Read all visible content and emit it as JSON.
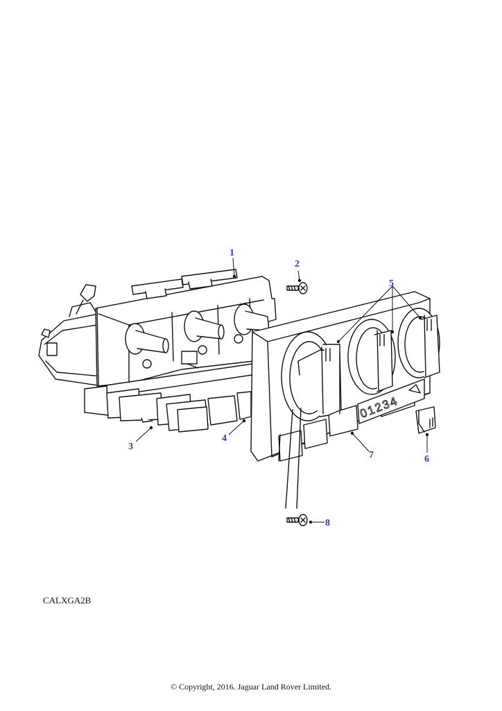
{
  "colors": {
    "line": "#111111",
    "callout": "#1f3fbf",
    "background": "#ffffff"
  },
  "panel_scale": "01234",
  "callouts": [
    {
      "id": "1",
      "label": "1"
    },
    {
      "id": "2",
      "label": "2"
    },
    {
      "id": "3",
      "label": "3"
    },
    {
      "id": "4",
      "label": "4"
    },
    {
      "id": "5",
      "label": "5"
    },
    {
      "id": "6",
      "label": "6"
    },
    {
      "id": "7",
      "label": "7"
    },
    {
      "id": "8",
      "label": "8"
    }
  ],
  "drawing_code": "CALXGA2B",
  "copyright": "© Copyright, 2016. Jaguar Land Rover Limited."
}
